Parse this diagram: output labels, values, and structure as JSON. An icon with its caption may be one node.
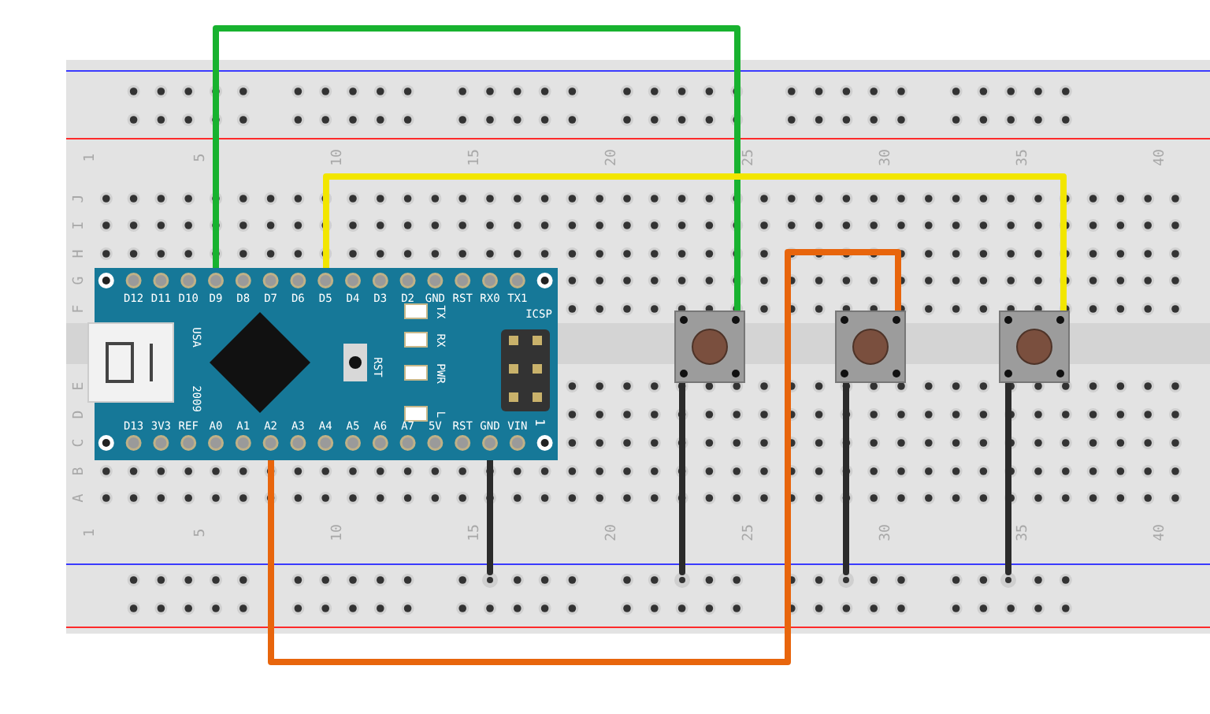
{
  "diagram": {
    "nodes": [
      {
        "text": [
          "1",
          "5",
          "10",
          "15",
          "20",
          "25",
          "30",
          "35",
          "40",
          "J",
          "I",
          "H",
          "G",
          "F",
          "E",
          "D",
          "C",
          "B",
          "A",
          "1",
          "5",
          "10",
          "15",
          "20",
          "25",
          "30",
          "35",
          "40"
        ]
      },
      {
        "text": [
          "D12",
          "D11",
          "D10",
          "D9",
          "D8",
          "D7",
          "D6",
          "D5",
          "D4",
          "D3",
          "D2",
          "GND",
          "RST",
          "RX0",
          "TX1",
          "TX",
          "RX",
          "PWR",
          "L",
          "RST",
          "USA",
          "2009",
          "ICSP",
          "1",
          "D13",
          "3V3",
          "REF",
          "A0",
          "A1",
          "A2",
          "A3",
          "A4",
          "A5",
          "A6",
          "A7",
          "5V",
          "RST",
          "GND",
          "VIN"
        ],
        "in": 0
      },
      {
        "text": [],
        "shape": "box",
        "in": 0
      },
      {
        "text": [],
        "shape": "box",
        "in": 0
      },
      {
        "text": [],
        "shape": "box",
        "in": 0
      },
      {
        "text": [],
        "shape": "circle",
        "in": 0
      },
      {
        "text": [],
        "shape": "circle",
        "in": 0
      },
      {
        "text": [],
        "shape": "circle",
        "in": 0
      },
      {
        "text": [],
        "shape": "circle",
        "in": 0
      }
    ],
    "edges": [
      {
        "from": 1,
        "to": 2,
        "arrow": "none",
        "color": "#18b22f"
      },
      {
        "from": 1,
        "to": 4,
        "arrow": "none",
        "color": "#f2e600"
      },
      {
        "from": 1,
        "to": 3,
        "arrow": "none",
        "color": "#e8650c"
      },
      {
        "from": 1,
        "to": 5,
        "arrow": "none"
      },
      {
        "from": 2,
        "to": 6,
        "arrow": "none"
      },
      {
        "from": 3,
        "to": 7,
        "arrow": "none"
      },
      {
        "from": 4,
        "to": 8,
        "arrow": "none"
      }
    ]
  }
}
